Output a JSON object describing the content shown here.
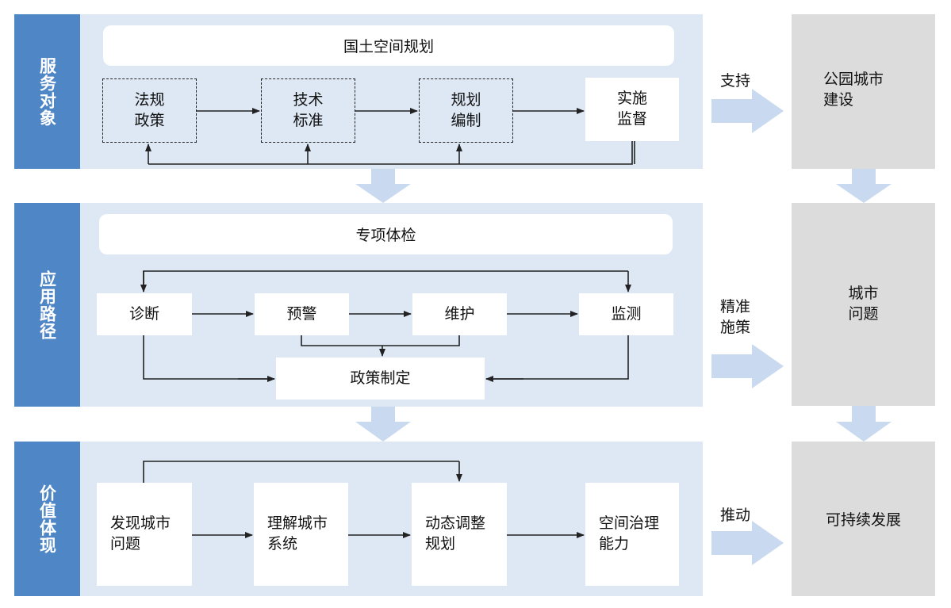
{
  "section1": {
    "side": "服务对象",
    "header": "国土空间规划",
    "boxes": [
      {
        "l1": "法规",
        "l2": "政策"
      },
      {
        "l1": "技术",
        "l2": "标准"
      },
      {
        "l1": "规划",
        "l2": "编制"
      },
      {
        "l1": "实施",
        "l2": "监督"
      }
    ],
    "arrow_label": "支持"
  },
  "section2": {
    "side": "应用路径",
    "header": "专项体检",
    "boxes": [
      "诊断",
      "预警",
      "维护",
      "监测"
    ],
    "center": "政策制定",
    "arrow_label_l1": "精准",
    "arrow_label_l2": "施策"
  },
  "section3": {
    "side": "价值体现",
    "boxes": [
      {
        "l1": "发现城市",
        "l2": "问题"
      },
      {
        "l1": "理解城市",
        "l2": "系统"
      },
      {
        "l1": "动态调整",
        "l2": "规划"
      },
      {
        "l1": "空间治理",
        "l2": "能力"
      }
    ],
    "arrow_label": "推动"
  },
  "right": {
    "top_l1": "公园城市",
    "top_l2": "建设",
    "mid_l1": "城市",
    "mid_l2": "问题",
    "bottom": "可持续发展"
  },
  "colors": {
    "panel": "#dde8f4",
    "side": "#4f86c6",
    "gray": "#dcdcdc",
    "arrow": "#c9d9ef"
  }
}
